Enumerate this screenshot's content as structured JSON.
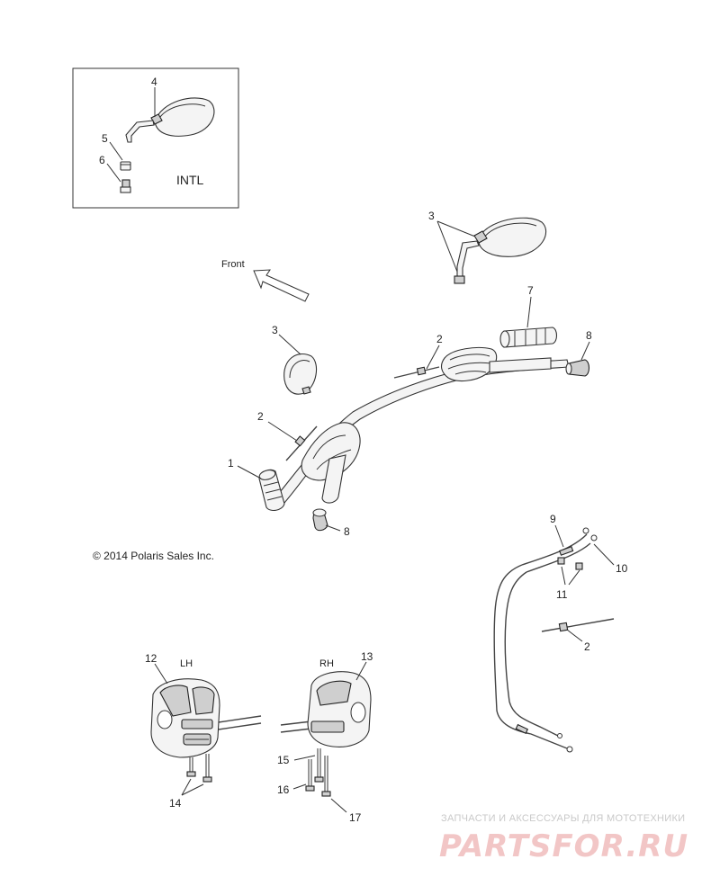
{
  "diagram": {
    "inset_label": "INTL",
    "front_label": "Front",
    "copyright": "© 2014 Polaris Sales Inc.",
    "lh_label": "LH",
    "rh_label": "RH",
    "callouts": {
      "c1": "1",
      "c2a": "2",
      "c2b": "2",
      "c2c": "2",
      "c3a": "3",
      "c3b": "3",
      "c4": "4",
      "c5": "5",
      "c6": "6",
      "c7": "7",
      "c8a": "8",
      "c8b": "8",
      "c9": "9",
      "c10": "10",
      "c11": "11",
      "c12": "12",
      "c13": "13",
      "c14": "14",
      "c15": "15",
      "c16": "16",
      "c17": "17"
    }
  },
  "watermark": {
    "tagline": "ЗАПЧАСТИ И АКСЕССУАРЫ ДЛЯ МОТОТЕХНИКИ",
    "brand": "PARTSFOR.RU"
  }
}
